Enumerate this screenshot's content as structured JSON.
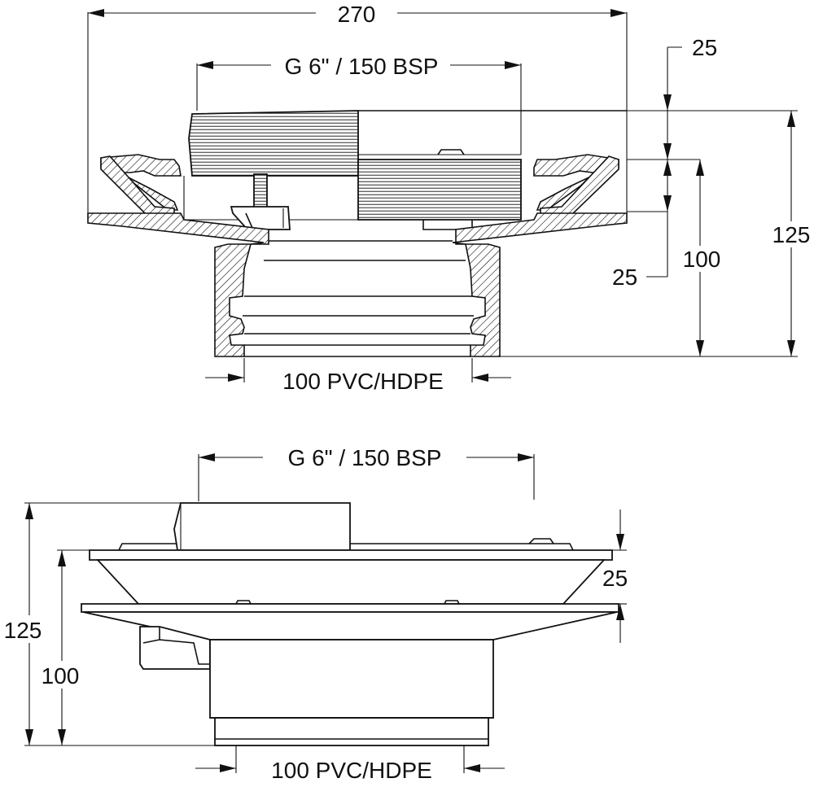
{
  "section_view": {
    "width_label": "270",
    "thread_label": "G 6\" / 150 BSP",
    "top_offset_label": "25",
    "lower_offset_label": "25",
    "mid_height_label": "100",
    "total_height_label": "125",
    "outlet_label": "100 PVC/HDPE"
  },
  "elevation_view": {
    "thread_label": "G 6\" / 150 BSP",
    "flange_label": "25",
    "total_height_label": "125",
    "mid_height_label": "100",
    "outlet_label": "100 PVC/HDPE"
  }
}
